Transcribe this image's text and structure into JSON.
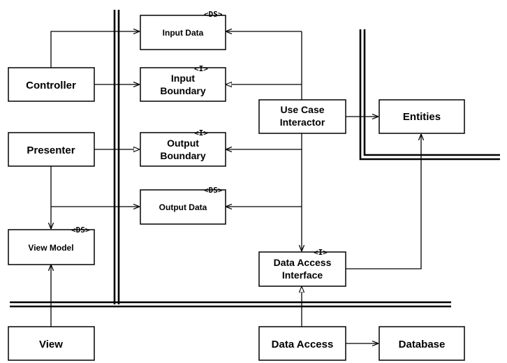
{
  "boxes": {
    "input_data": {
      "label": "Input Data",
      "stereotype": "<DS>"
    },
    "input_boundary": {
      "line1": "Input",
      "line2": "Boundary",
      "stereotype": "<I>"
    },
    "output_boundary": {
      "line1": "Output",
      "line2": "Boundary",
      "stereotype": "<I>"
    },
    "output_data": {
      "label": "Output Data",
      "stereotype": "<DS>"
    },
    "controller": {
      "label": "Controller"
    },
    "presenter": {
      "label": "Presenter"
    },
    "view_model": {
      "label": "View Model",
      "stereotype": "<DS>"
    },
    "view": {
      "label": "View"
    },
    "use_case_interactor": {
      "line1": "Use Case",
      "line2": "Interactor"
    },
    "entities": {
      "label": "Entities"
    },
    "data_access_interface": {
      "line1": "Data Access",
      "line2": "Interface",
      "stereotype": "<I>"
    },
    "data_access": {
      "label": "Data Access"
    },
    "database": {
      "label": "Database"
    }
  },
  "colors": {
    "line": "#000000",
    "background": "#ffffff"
  }
}
